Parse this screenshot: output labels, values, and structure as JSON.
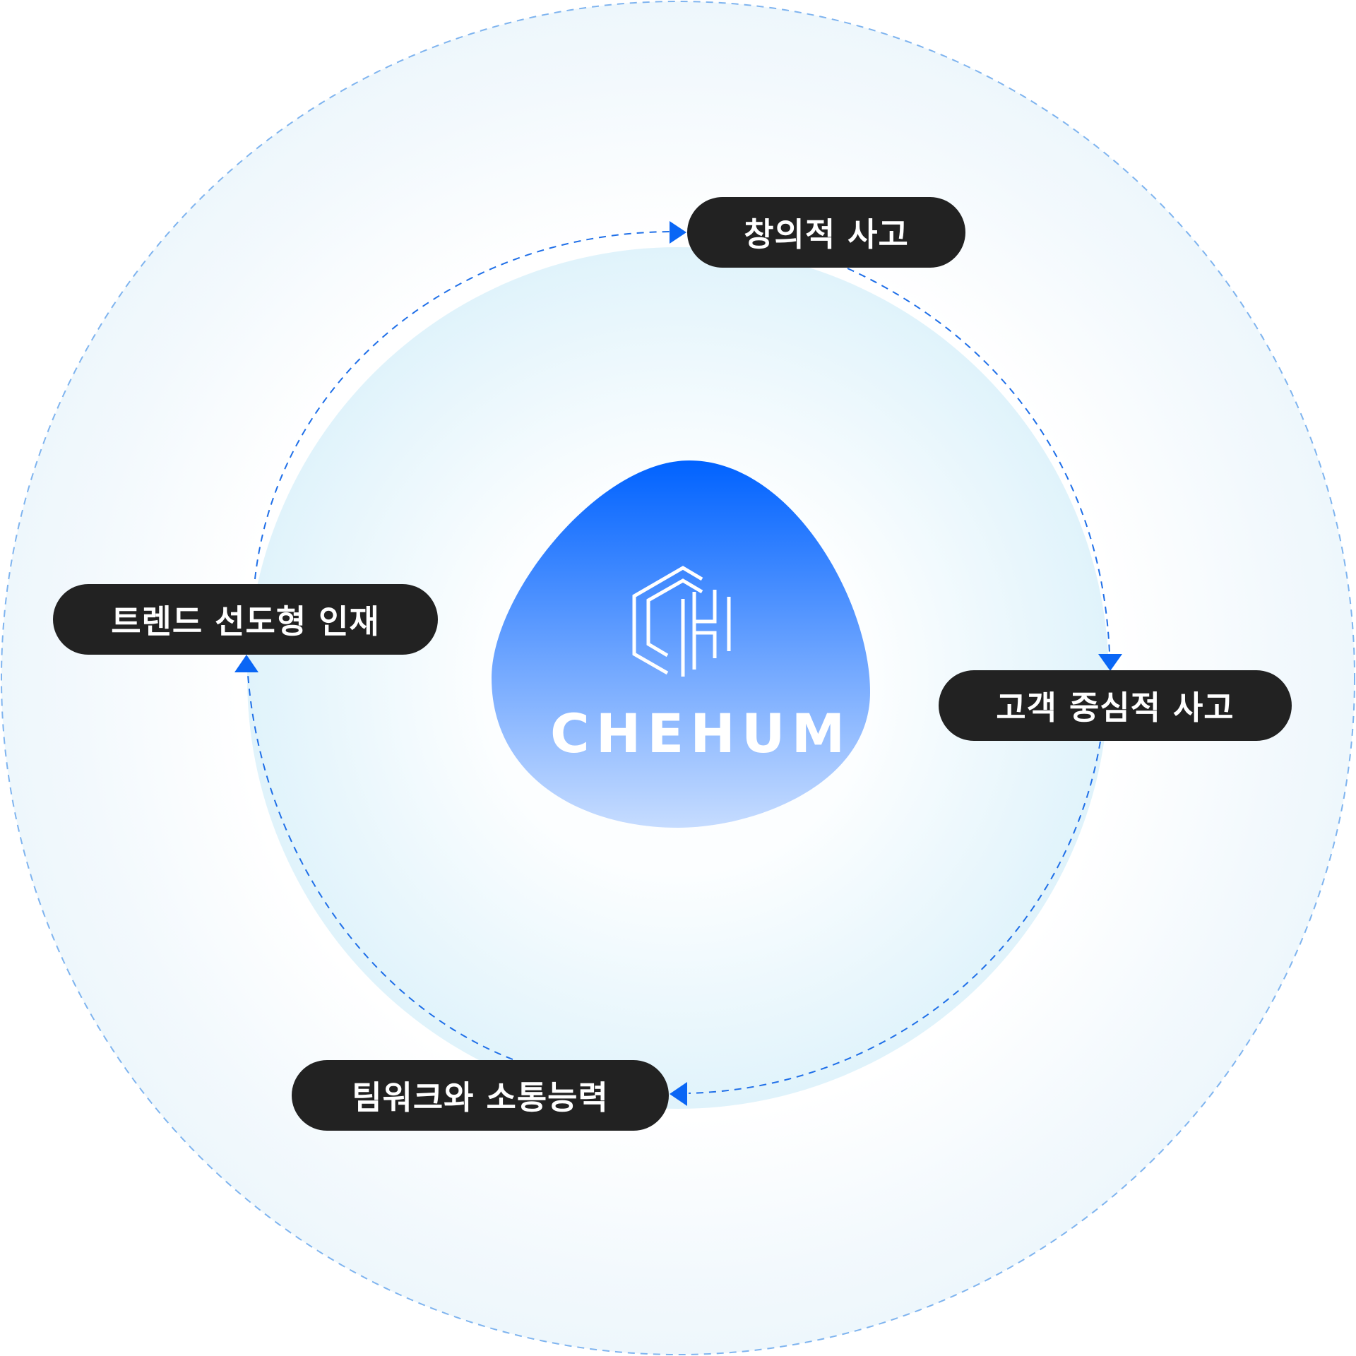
{
  "brand": {
    "name": "CHEHUM",
    "gradient_top": "#0062ff",
    "gradient_bottom": "#c6dcff",
    "logo_icon": "hexagon-ch-monogram-icon"
  },
  "center_shape": {
    "description_icon": "blob-shape"
  },
  "cycle_labels": {
    "creative": "창의적 사고",
    "customer": "고객 중심적 사고",
    "team": "팀워크와 소통능력",
    "trend": "트렌드 선도형 인재"
  },
  "colors": {
    "pill_background": "#222222",
    "pill_text": "#ffffff",
    "arrow": "#0a66f5",
    "inner_dash": "#1f6fe8",
    "outer_dash": "#7fb4ef",
    "outer_fill": "#eef7fc",
    "inner_fill": "#e1f3fb"
  }
}
